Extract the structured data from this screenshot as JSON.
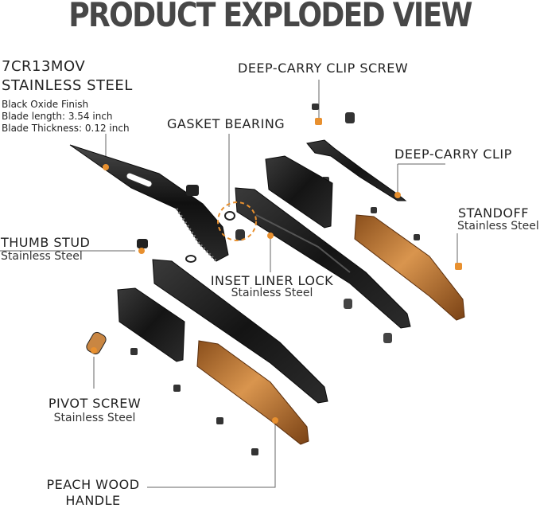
{
  "title": "PRODUCT EXPLODED VIEW",
  "blade": {
    "name_line1": "7CR13MOV",
    "name_line2": "STAINLESS STEEL",
    "finish": "Black Oxide Finish",
    "length": "Blade length:  3.54 inch",
    "thickness": "Blade Thickness:  0.12 inch"
  },
  "labels": {
    "clip_screw": "DEEP-CARRY CLIP SCREW",
    "gasket_bearing": "GASKET BEARING",
    "clip": "DEEP-CARRY CLIP",
    "standoff": "STANDOFF",
    "standoff_material": "Stainless Steel",
    "thumb_stud": "THUMB STUD",
    "thumb_stud_material": "Stainless Steel",
    "liner_lock": "INSET LINER LOCK",
    "liner_lock_material": "Stainless Steel",
    "pivot_screw": "PIVOT SCREW",
    "pivot_screw_material": "Stainless Steel",
    "handle_line1": "PEACH WOOD",
    "handle_line2": "HANDLE"
  },
  "colors": {
    "title": "#474747",
    "steel": "#1e1e1e",
    "wood": "#c98642",
    "marker": "#e8902f",
    "leader": "#666666"
  }
}
